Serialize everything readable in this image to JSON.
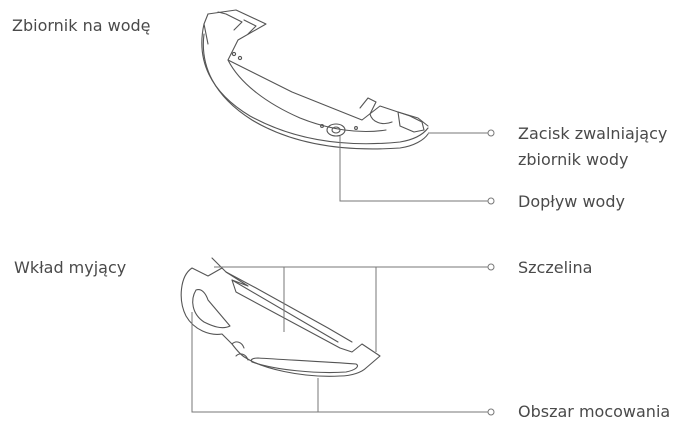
{
  "labels": {
    "water_tank": "Zbiornik na wodę",
    "tank_release_clip_line1": "Zacisk zwalniający",
    "tank_release_clip_line2": "zbiornik wody",
    "water_inlet": "Dopływ wody",
    "mop_pad": "Wkład myjący",
    "slot": "Szczelina",
    "mounting_area": "Obszar mocowania"
  },
  "colors": {
    "line": "#555555",
    "text": "#4a4a4a"
  }
}
